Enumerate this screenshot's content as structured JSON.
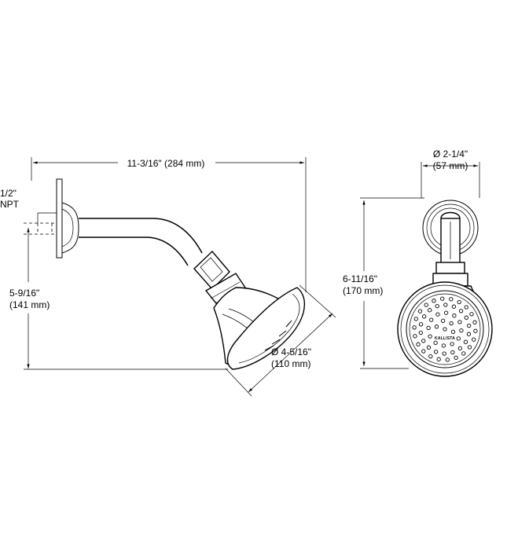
{
  "dimensions": {
    "overall_length": "11-3/16\" (284 mm)",
    "pipe_line1": "1/2\"",
    "pipe_line2": "NPT",
    "height_line1": "5-9/16\"",
    "height_line2": "(141 mm)",
    "face_dia_line1": "Ø 4-5/16\"",
    "face_dia_line2": "(110 mm)",
    "flange_dia_line1": "Ø 2-1/4\"",
    "flange_dia_line2": "(57 mm)",
    "front_height_line1": "6-11/16\"",
    "front_height_line2": "(170 mm)"
  },
  "brand_mark": "KALLISTA"
}
